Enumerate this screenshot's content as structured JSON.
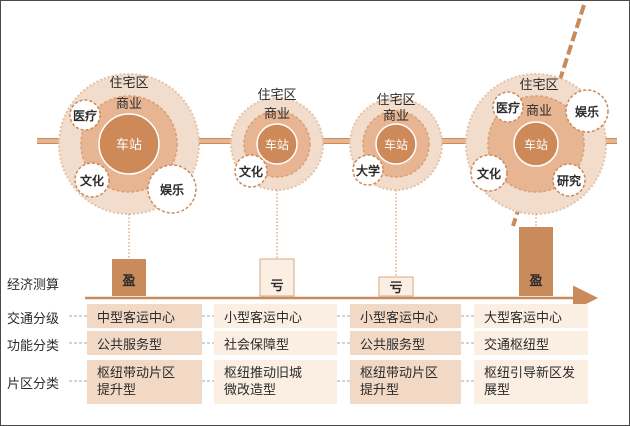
{
  "stations": [
    {
      "center": "车站",
      "residential": "住宅区",
      "commercial": "商业",
      "satellites": [
        "医疗",
        "文化",
        "娱乐"
      ],
      "balance": "盈",
      "traffic": "中型客运中心",
      "function": "公共服务型",
      "district": [
        "枢纽带动片区",
        "提升型"
      ]
    },
    {
      "center": "车站",
      "residential": "住宅区",
      "commercial": "商业",
      "satellites": [
        "文化"
      ],
      "balance": "亏",
      "traffic": "小型客运中心",
      "function": "社会保障型",
      "district": [
        "枢纽推动旧城",
        "微改造型"
      ]
    },
    {
      "center": "车站",
      "residential": "住宅区",
      "commercial": "商业",
      "satellites": [
        "大学"
      ],
      "balance": "亏",
      "traffic": "小型客运中心",
      "function": "公共服务型",
      "district": [
        "枢纽带动片区",
        "提升型"
      ]
    },
    {
      "center": "车站",
      "residential": "住宅区",
      "commercial": "商业",
      "satellites": [
        "医疗",
        "娱乐",
        "文化",
        "研究"
      ],
      "balance": "盈",
      "traffic": "大型客运中心",
      "function": "交通枢纽型",
      "district": [
        "枢纽引导新区发",
        "展型"
      ]
    }
  ],
  "row_labels": {
    "economy": "经济测算",
    "traffic": "交通分级",
    "function": "功能分类",
    "district": "片区分类"
  },
  "colors": {
    "station_core": "#cd8a58",
    "commercial_ring": "#e8b592",
    "outer_ring": "#f2dccb",
    "profit_bar": "#c98a5c",
    "loss_bar": "#fbeee2",
    "dark_cell": "#f2d9c6",
    "light_cell": "#fbeee2",
    "rail": "#c98a5c"
  }
}
